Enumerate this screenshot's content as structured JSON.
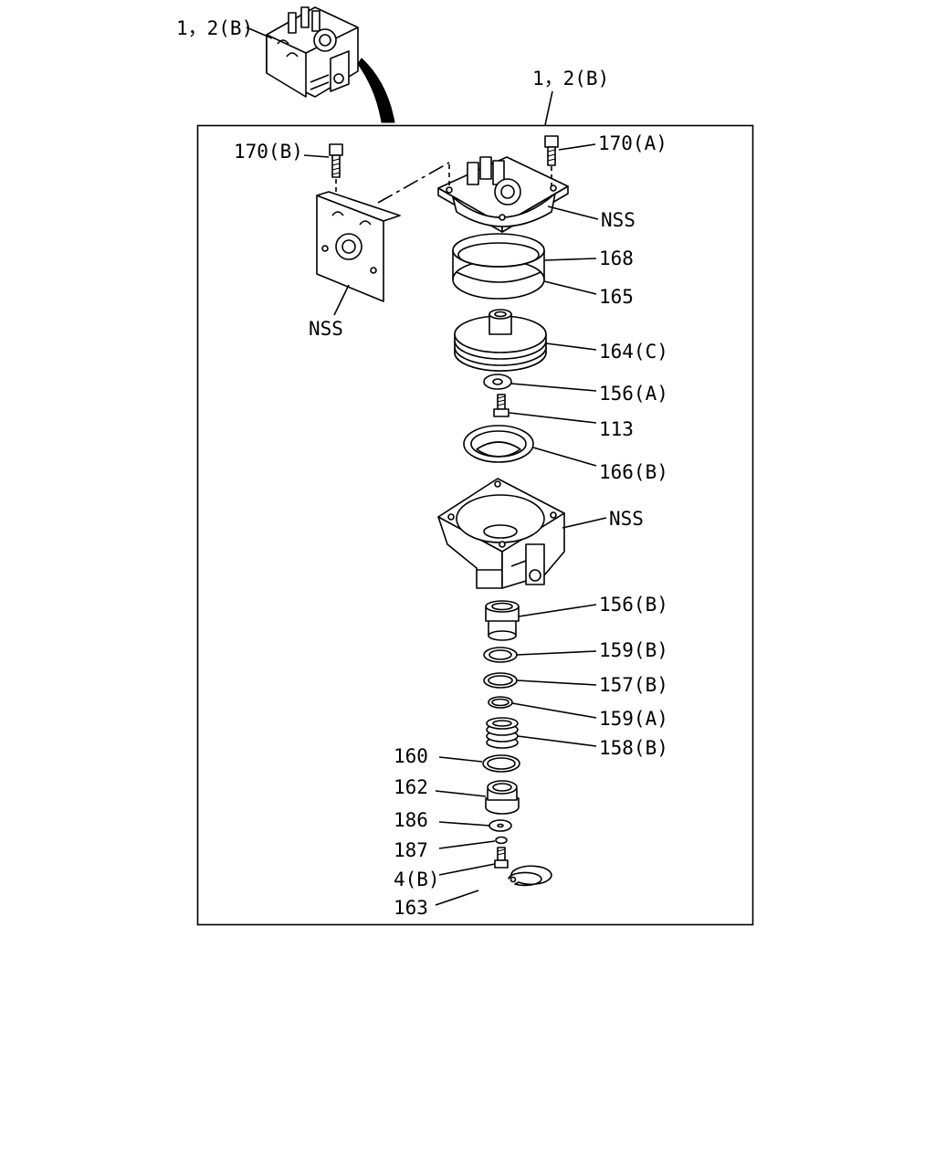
{
  "labels": {
    "top_assembly": "1，2(B)",
    "box_assembly": "1，2(B)",
    "bolt_b": "170(B)",
    "bolt_a": "170(A)",
    "cover_nss": "NSS",
    "bracket_nss": "NSS",
    "part_168": "168",
    "part_165": "165",
    "part_164c": "164(C)",
    "part_156a": "156(A)",
    "part_113": "113",
    "part_166b": "166(B)",
    "body_nss": "NSS",
    "part_156b": "156(B)",
    "part_159b": "159(B)",
    "part_157b": "157(B)",
    "part_159a": "159(A)",
    "part_158b": "158(B)",
    "part_160": "160",
    "part_162": "162",
    "part_186": "186",
    "part_187": "187",
    "part_4b": "4(B)",
    "part_163": "163"
  }
}
